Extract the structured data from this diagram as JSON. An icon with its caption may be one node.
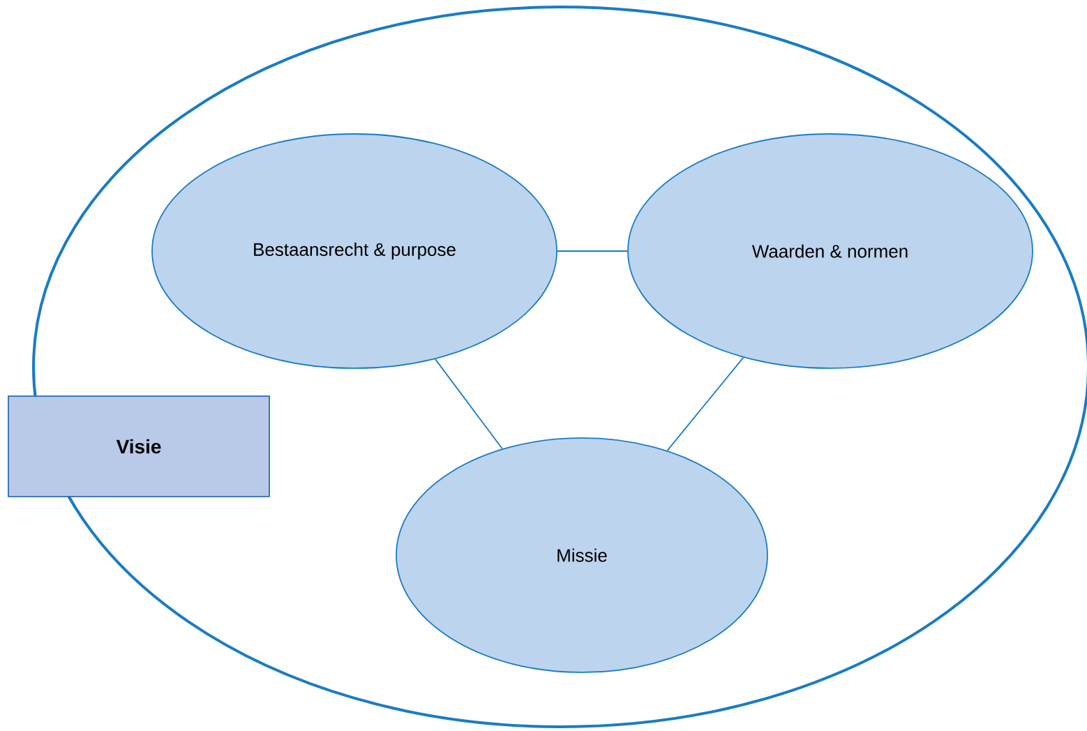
{
  "diagram": {
    "nodes": [
      {
        "text": [],
        "shape": "ellipse"
      },
      {
        "text": [
          "Bestaansrecht & purpose"
        ],
        "in": 0
      },
      {
        "text": [
          "Waarden & normen"
        ],
        "in": 0
      },
      {
        "text": [
          "Missie"
        ],
        "in": 0
      },
      {
        "text": [
          "Visie"
        ]
      }
    ],
    "edges": [
      {
        "from": 1,
        "to": 2,
        "arrow": "none"
      },
      {
        "from": 1,
        "to": 3,
        "arrow": "none"
      },
      {
        "from": 2,
        "to": 3,
        "arrow": "none"
      }
    ]
  }
}
